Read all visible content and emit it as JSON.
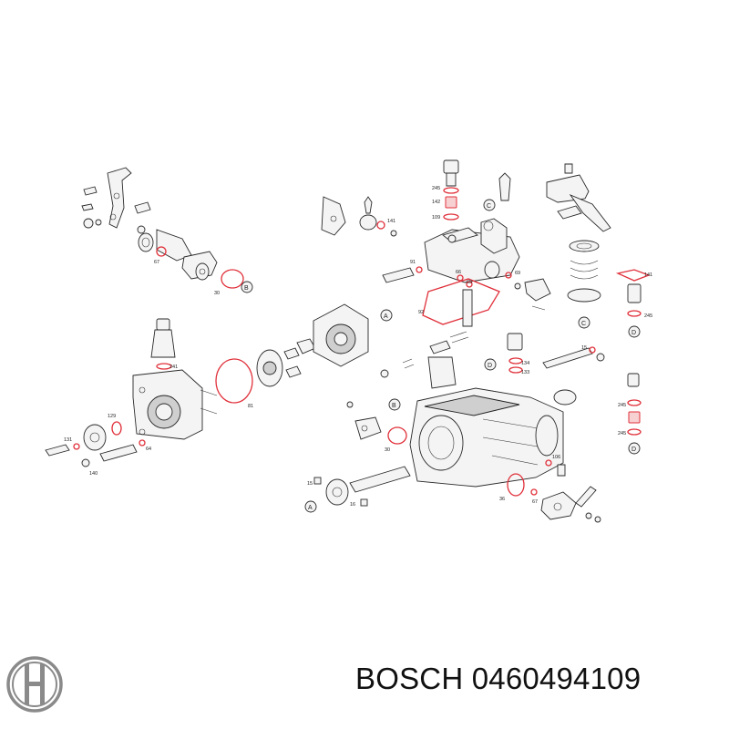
{
  "brand": {
    "name": "BOSCH",
    "part_number": "0460494109"
  },
  "callouts": [
    "A",
    "B",
    "C",
    "D"
  ],
  "part_numbers": [
    "30",
    "67",
    "91",
    "92",
    "66",
    "65",
    "69",
    "245",
    "142",
    "141",
    "241",
    "81",
    "129",
    "131",
    "64",
    "140",
    "15",
    "16",
    "106",
    "67",
    "36",
    "134",
    "133",
    "109",
    "245",
    "245"
  ]
}
